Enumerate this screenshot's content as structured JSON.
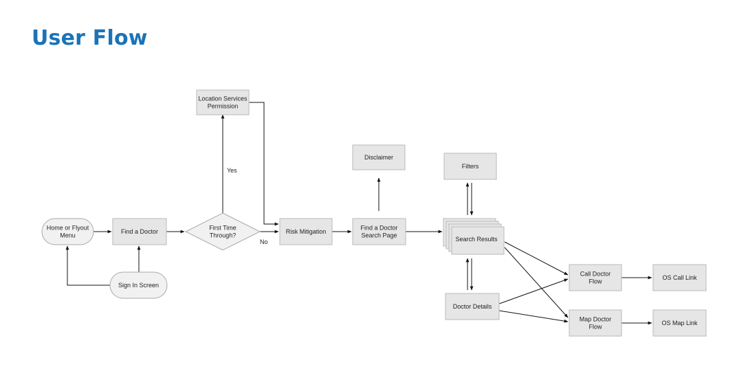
{
  "title": "User Flow",
  "nodes": {
    "home_menu": [
      "Home or Flyout",
      "Menu"
    ],
    "find_doctor": [
      "Find a Doctor"
    ],
    "sign_in": [
      "Sign In Screen"
    ],
    "first_time": [
      "First Time",
      "Through?"
    ],
    "location_services": [
      "Location Services",
      "Permission"
    ],
    "risk_mitigation": [
      "Risk Mitigation"
    ],
    "find_doctor_search": [
      "Find a Doctor",
      "Search Page"
    ],
    "disclaimer": [
      "Disclaimer"
    ],
    "search_results": [
      "Search Results"
    ],
    "filters": [
      "Filters"
    ],
    "doctor_details": [
      "Doctor Details"
    ],
    "call_doctor_flow": [
      "Call Doctor",
      "Flow"
    ],
    "map_doctor_flow": [
      "Map Doctor",
      "Flow"
    ],
    "os_call_link": [
      "OS Call Link"
    ],
    "os_map_link": [
      "OS Map Link"
    ]
  },
  "edge_labels": {
    "yes": "Yes",
    "no": "No"
  }
}
